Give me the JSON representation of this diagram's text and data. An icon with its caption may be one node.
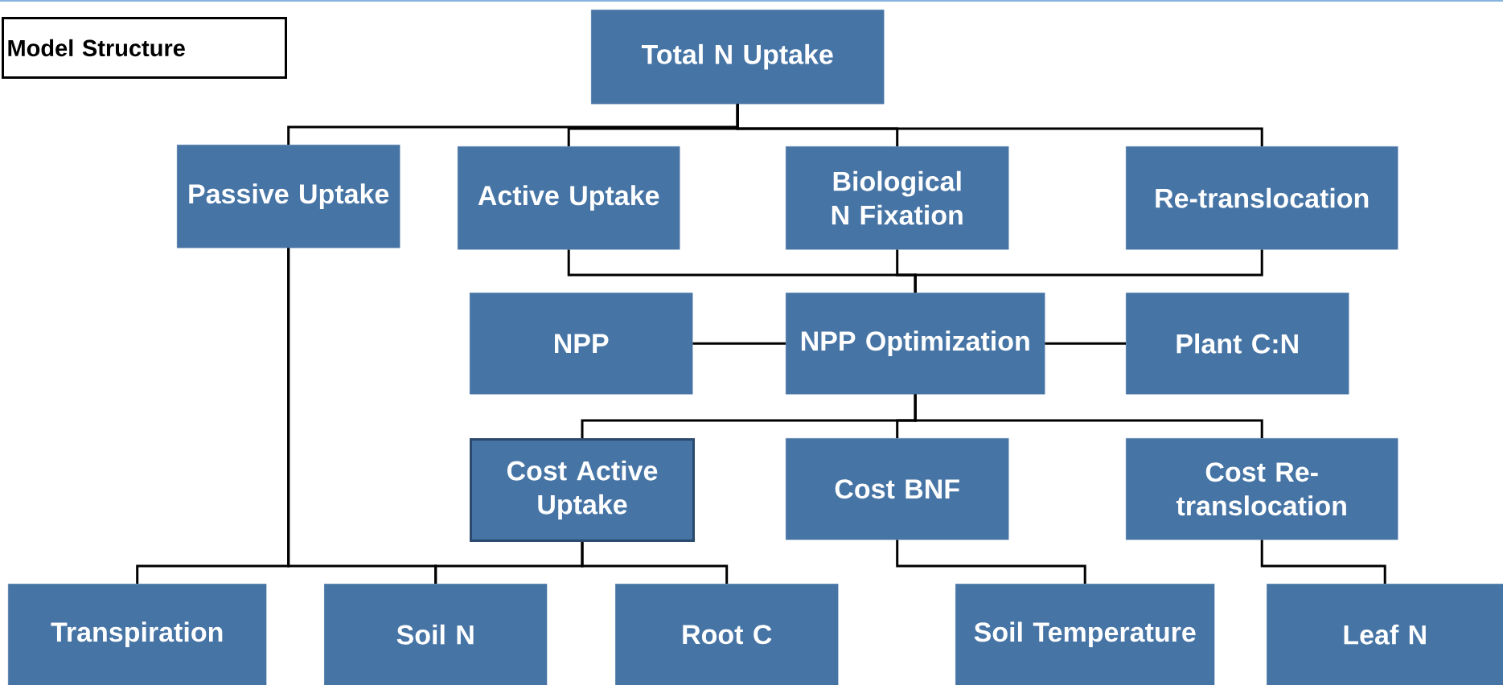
{
  "diagram": {
    "nodes": [
      {
        "text": [
          "Model Structure"
        ]
      },
      {
        "text": [
          "Total N Uptake"
        ]
      },
      {
        "text": [
          "Passive Uptake"
        ]
      },
      {
        "text": [
          "Active Uptake"
        ]
      },
      {
        "text": [
          "Biological N Fixation"
        ]
      },
      {
        "text": [
          "Re-translocation"
        ]
      },
      {
        "text": [
          "NPP"
        ]
      },
      {
        "text": [
          "NPP Optimization"
        ]
      },
      {
        "text": [
          "Plant C:N"
        ]
      },
      {
        "text": [
          "Cost Active Uptake"
        ]
      },
      {
        "text": [
          "Cost BNF"
        ]
      },
      {
        "text": [
          "Cost Re-translocation"
        ]
      },
      {
        "text": [
          "Transpiration"
        ]
      },
      {
        "text": [
          "Soil N"
        ]
      },
      {
        "text": [
          "Root C"
        ]
      },
      {
        "text": [
          "Soil Temperature"
        ]
      },
      {
        "text": [
          "Leaf N"
        ]
      }
    ],
    "edges": [
      {
        "from": 1,
        "to": 2,
        "arrow": "none"
      },
      {
        "from": 1,
        "to": 3,
        "arrow": "none"
      },
      {
        "from": 1,
        "to": 4,
        "arrow": "none"
      },
      {
        "from": 1,
        "to": 5,
        "arrow": "none"
      },
      {
        "from": 3,
        "to": 7,
        "arrow": "none"
      },
      {
        "from": 4,
        "to": 7,
        "arrow": "none"
      },
      {
        "from": 5,
        "to": 7,
        "arrow": "none"
      },
      {
        "from": 6,
        "to": 7,
        "arrow": "none"
      },
      {
        "from": 7,
        "to": 8,
        "arrow": "none"
      },
      {
        "from": 7,
        "to": 9,
        "arrow": "none"
      },
      {
        "from": 7,
        "to": 10,
        "arrow": "none"
      },
      {
        "from": 7,
        "to": 11,
        "arrow": "none"
      },
      {
        "from": 2,
        "to": 12,
        "arrow": "none"
      },
      {
        "from": 2,
        "to": 13,
        "arrow": "none"
      },
      {
        "from": 9,
        "to": 13,
        "arrow": "none"
      },
      {
        "from": 9,
        "to": 14,
        "arrow": "none"
      },
      {
        "from": 10,
        "to": 15,
        "arrow": "none"
      },
      {
        "from": 11,
        "to": 16,
        "arrow": "none"
      }
    ]
  }
}
